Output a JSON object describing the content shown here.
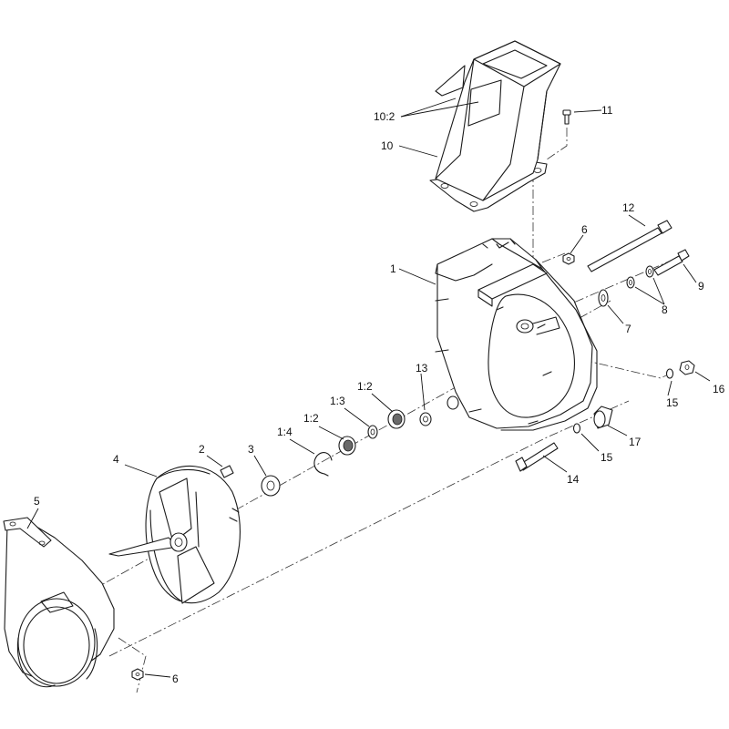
{
  "callouts": {
    "c1": "1",
    "c1_2a": "1:2",
    "c1_2b": "1:2",
    "c1_3": "1:3",
    "c1_4": "1:4",
    "c2": "2",
    "c3": "3",
    "c4": "4",
    "c5": "5",
    "c6a": "6",
    "c6b": "6",
    "c7": "7",
    "c8": "8",
    "c9": "9",
    "c10": "10",
    "c10_2": "10:2",
    "c11": "11",
    "c12": "12",
    "c13": "13",
    "c14": "14",
    "c15a": "15",
    "c15b": "15",
    "c16": "16",
    "c17": "17"
  }
}
